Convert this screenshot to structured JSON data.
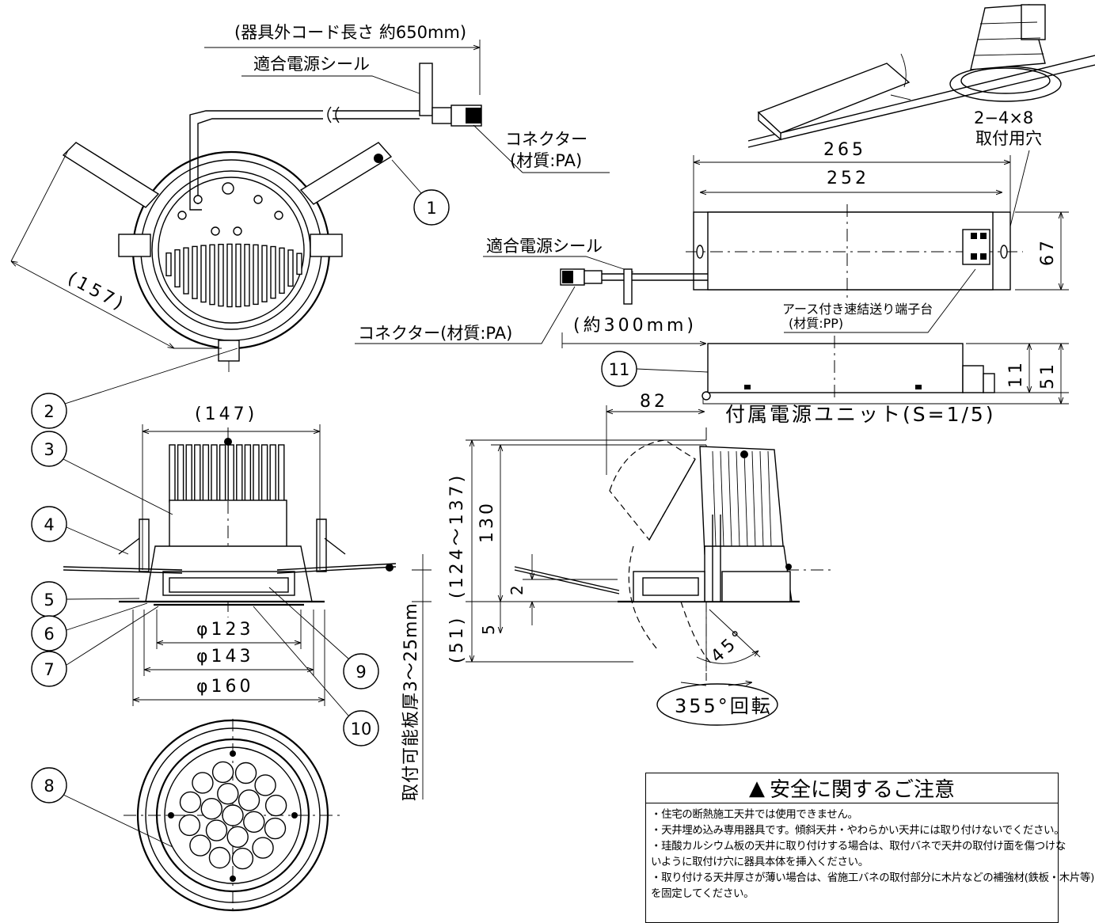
{
  "top_view": {
    "cord_length": "(器具外コード長さ  約650mm)",
    "seal_label": "適合電源シール",
    "connector_label_line1": "コネクター",
    "connector_label_line2": "(材質:PA)",
    "diag_dim": "(157)",
    "balloon_1": "1",
    "balloon_2": "2"
  },
  "power_unit": {
    "hole_label_line1": "2−4×8",
    "hole_label_line2": "取付用穴",
    "dim_265": "265",
    "dim_252": "252",
    "dim_67": "67",
    "seal_label": "適合電源シール",
    "connector_label": "コネクター(材質:PA)",
    "cord_dim": "(約300mm)",
    "terminal_line1": "アース付き速結送り端子台",
    "terminal_line2": "(材質:PP)",
    "balloon_11": "11",
    "dim_82": "82",
    "dim_11": "11",
    "dim_51": "51",
    "scale_label": "付属電源ユニット(S=1/5)"
  },
  "front_view": {
    "dim_147": "(147)",
    "dia_123": "φ123",
    "dia_143": "φ143",
    "dia_160": "φ160",
    "balloon_3": "3",
    "balloon_4": "4",
    "balloon_5": "5",
    "balloon_6": "6",
    "balloon_7": "7",
    "balloon_9": "9",
    "balloon_10": "10",
    "ceiling_thickness": "取付可能板厚3〜25mm"
  },
  "side_view": {
    "dim_124_137": "(124〜137)",
    "dim_130": "130",
    "dim_2": "2",
    "dim_5": "5",
    "dim_51": "(51)",
    "angle_45": "45°",
    "rotation": "355°回転"
  },
  "bottom_view": {
    "balloon_8": "8"
  },
  "safety": {
    "title": "安全に関するご注意",
    "items": [
      "・住宅の断熱施工天井では使用できません。",
      "・天井埋め込み専用器具です。傾斜天井・やわらかい天井には取り付けないでください。",
      "・珪酸カルシウム板の天井に取り付けする場合は、取付バネで天井の取付け面を傷つけな",
      "  いように取付け穴に器具本体を挿入ください。",
      "・取り付ける天井厚さが薄い場合は、省施工バネの取付部分に木片などの補強材(鉄板・木片等)",
      "  を固定してください。"
    ]
  }
}
